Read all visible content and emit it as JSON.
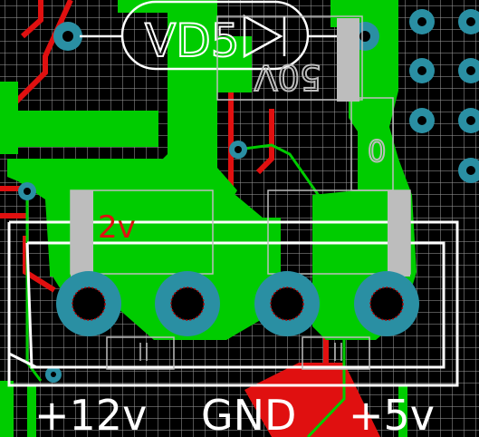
{
  "board": {
    "colors": {
      "background": "#000000",
      "grid": "#969696",
      "copper_top": "#00cc00",
      "trace_red": "#e01010",
      "via_ring": "#2a8fa3",
      "pad_hole": "#b00000",
      "silkscreen": "#ffffff",
      "silk_grey": "#bdbdbd"
    },
    "labels": {
      "diode_ref": "VD5",
      "terminal_12v": "+12v",
      "terminal_gnd": "GND",
      "terminal_5v": "+5v",
      "faint_top": "50V",
      "red_label": "2v",
      "grey_label": "0"
    },
    "icons": {
      "diode": "diode-symbol-icon",
      "terminal_pad": "round-pad-icon",
      "via": "via-icon"
    }
  }
}
